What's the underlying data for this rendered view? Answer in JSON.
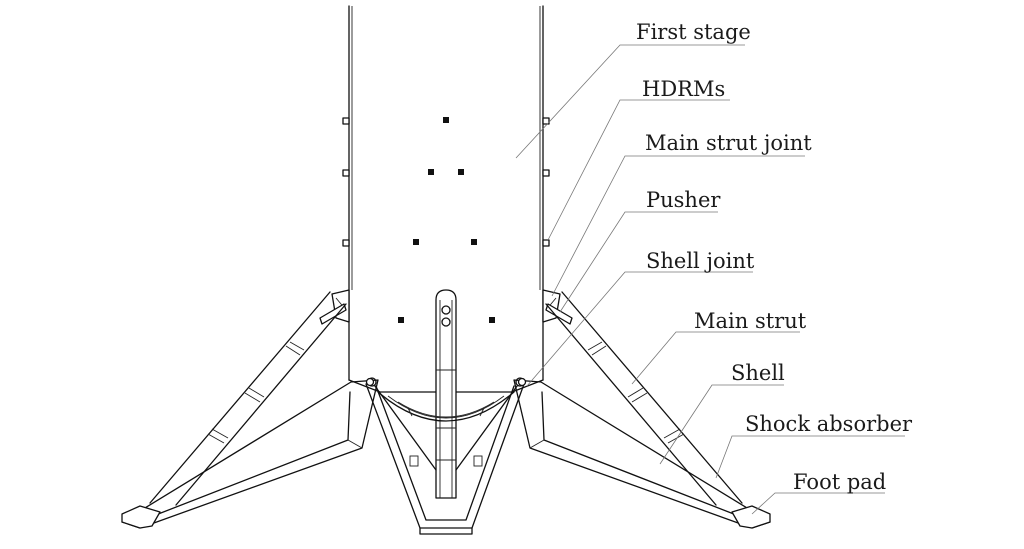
{
  "diagram": {
    "labels": {
      "first_stage": "First stage",
      "hdrms": "HDRMs",
      "main_strut_joint": "Main strut joint",
      "pusher": "Pusher",
      "shell_joint": "Shell joint",
      "main_strut": "Main strut",
      "shell": "Shell",
      "shock_absorber": "Shock absorber",
      "foot_pad": "Foot pad"
    },
    "colors": {
      "line": "#111111",
      "leader": "#777777",
      "background": "#ffffff"
    }
  }
}
